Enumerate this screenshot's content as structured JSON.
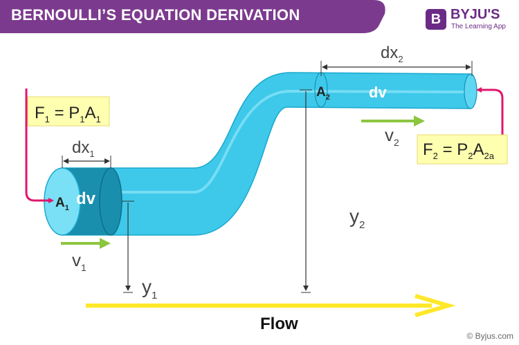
{
  "banner": {
    "title": "BERNOULLI’S EQUATION DERIVATION",
    "color": "#7c3a8e"
  },
  "logo": {
    "letter": "B",
    "name": "BYJU'S",
    "tagline": "The Learning App",
    "color": "#6b2a86"
  },
  "colors": {
    "pipe": "#3ec8ea",
    "pipe_dark": "#1793b5",
    "force_arrow": "#e0166b",
    "velocity_arrow": "#8cc63f",
    "flow_arrow": "#ffe82a",
    "label_box": "#ffffb0"
  },
  "labels": {
    "f1": {
      "main": "F",
      "sub1": "1",
      "eq": " = P",
      "sub2": "1",
      "mid": "A",
      "sub3": "1"
    },
    "f2": {
      "main": "F",
      "sub1": "2",
      "eq": " = P",
      "sub2": "2",
      "mid": "A",
      "sub3": "2a"
    },
    "dx1": {
      "main": "dx",
      "sub": "1"
    },
    "dx2": {
      "main": "dx",
      "sub": "2"
    },
    "a1": {
      "main": "A",
      "sub": "1"
    },
    "a2": {
      "main": "A",
      "sub": "2"
    },
    "dv_left": "dv",
    "dv_right": "dv",
    "v1": {
      "main": "v",
      "sub": "1"
    },
    "v2": {
      "main": "v",
      "sub": "2"
    },
    "y1": {
      "main": "y",
      "sub": "1"
    },
    "y2": {
      "main": "y",
      "sub": "2"
    },
    "flow": "Flow"
  },
  "copyright": "© Byjus.com"
}
